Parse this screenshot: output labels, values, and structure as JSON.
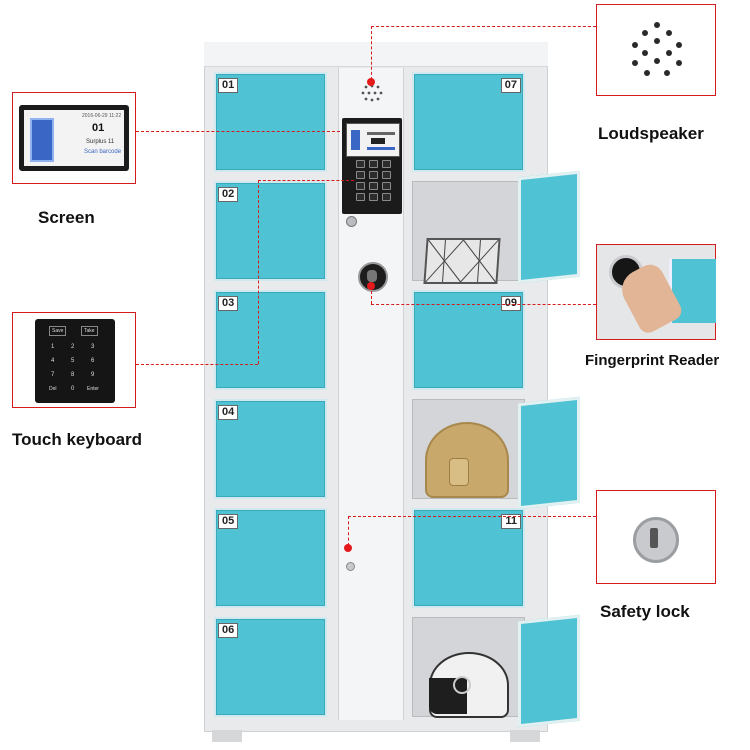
{
  "lockers": {
    "left": [
      "01",
      "02",
      "03",
      "04",
      "05",
      "06"
    ],
    "right_labels": [
      "07",
      "09",
      "11"
    ]
  },
  "screen_display": {
    "timestamp": "2016-06-29 11:22",
    "number": "01",
    "line1": "Surplus 11",
    "line2": "Scan barcode"
  },
  "keyboard": {
    "top_keys": [
      "Save",
      "Take"
    ],
    "digits": [
      "1",
      "2",
      "3",
      "4",
      "5",
      "6",
      "7",
      "8",
      "9",
      "Del",
      "0",
      "Enter"
    ]
  },
  "callouts": {
    "screen": "Screen",
    "touch_keyboard": "Touch keyboard",
    "loudspeaker": "Loudspeaker",
    "fingerprint_reader": "Fingerprint Reader",
    "safety_lock": "Safety lock"
  },
  "colors": {
    "door": "#4fc3d3",
    "callout_line": "#d51c1c"
  }
}
